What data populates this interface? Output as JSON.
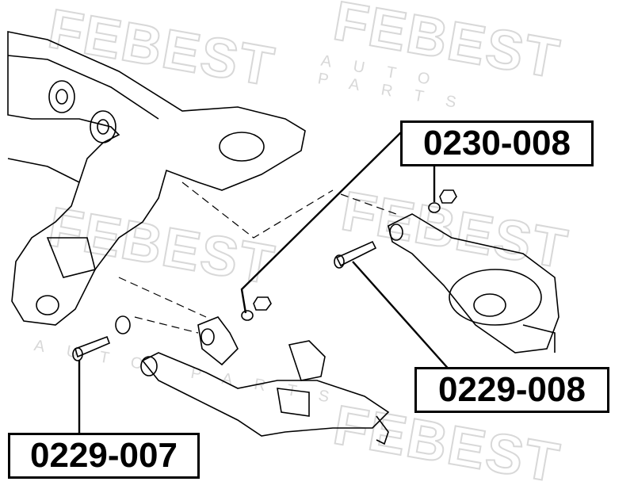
{
  "watermark": {
    "brand": "FEBEST",
    "sub": "AUTO PARTS"
  },
  "callouts": [
    {
      "part_number": "0230-008"
    },
    {
      "part_number": "0229-008"
    },
    {
      "part_number": "0229-007"
    }
  ]
}
